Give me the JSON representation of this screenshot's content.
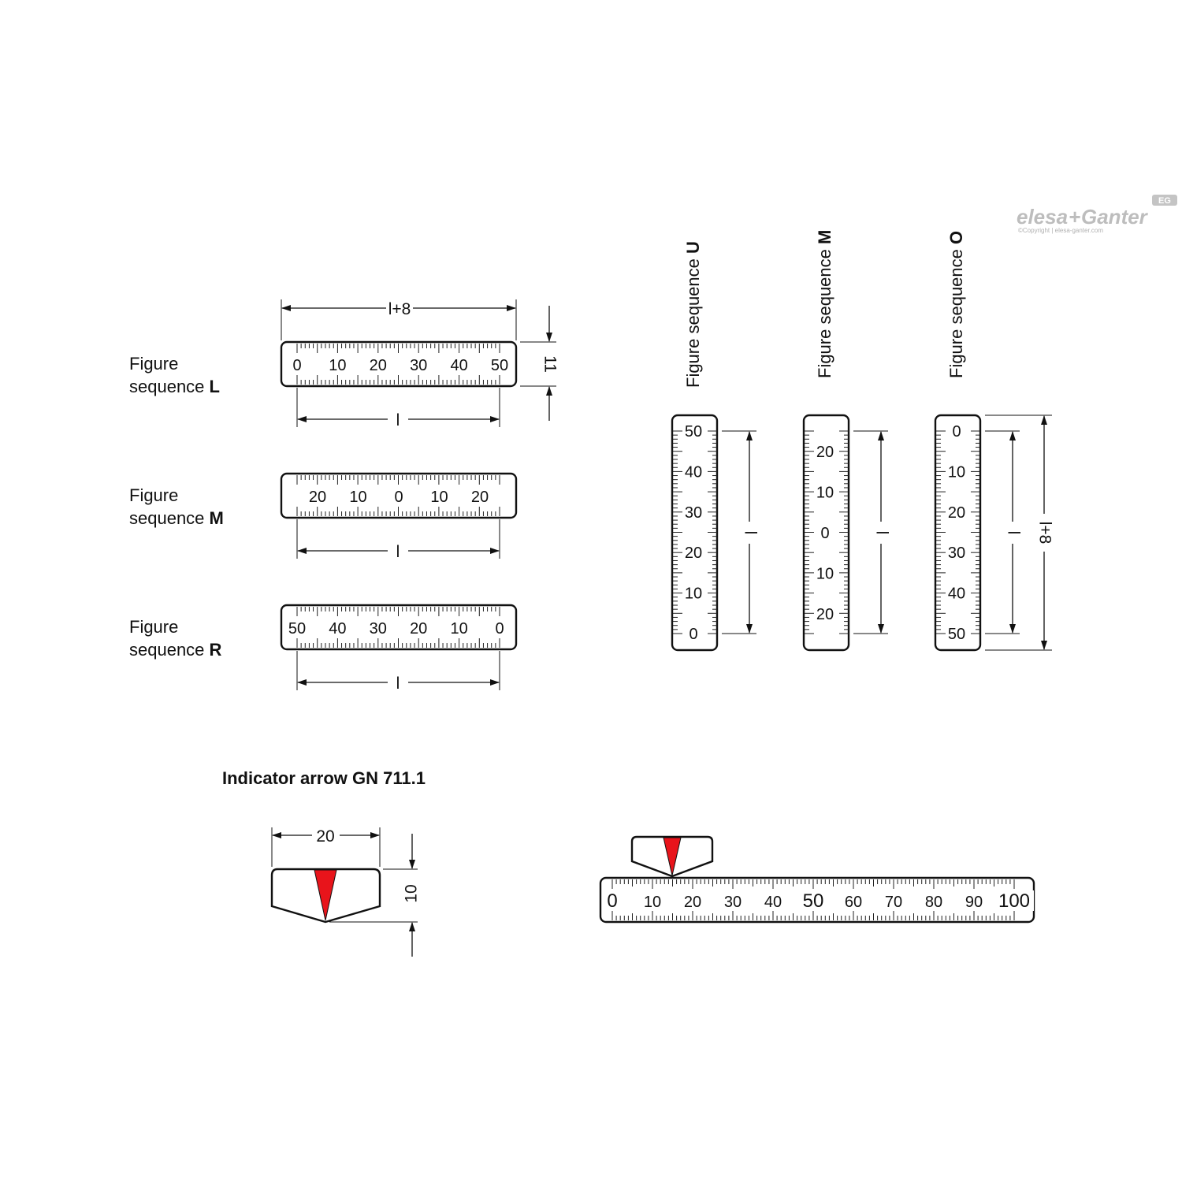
{
  "logo": {
    "brand_left": "elesa",
    "brand_plus": "+",
    "brand_right": "Ganter",
    "badge": "EG",
    "copyright": "©Copyright | elesa-ganter.com"
  },
  "horizontal_scales": [
    {
      "label_line1": "Figure",
      "label_line2": "sequence ",
      "label_letter": "L",
      "numbers": [
        "0",
        "10",
        "20",
        "30",
        "40",
        "50"
      ],
      "dim_top": "l+8",
      "dim_right": "11",
      "dim_bottom": "l"
    },
    {
      "label_line1": "Figure",
      "label_line2": "sequence ",
      "label_letter": "M",
      "numbers": [
        "20",
        "10",
        "0",
        "10",
        "20"
      ],
      "dim_bottom": "l"
    },
    {
      "label_line1": "Figure",
      "label_line2": "sequence ",
      "label_letter": "R",
      "numbers": [
        "50",
        "40",
        "30",
        "20",
        "10",
        "0"
      ],
      "dim_bottom": "l"
    }
  ],
  "vertical_scales": [
    {
      "label": "Figure sequence ",
      "label_letter": "U",
      "numbers": [
        "50",
        "40",
        "30",
        "20",
        "10",
        "0"
      ],
      "dim": "l"
    },
    {
      "label": "Figure sequence ",
      "label_letter": "M",
      "numbers": [
        "20",
        "10",
        "0",
        "10",
        "20"
      ],
      "dim": "l"
    },
    {
      "label": "Figure sequence ",
      "label_letter": "O",
      "numbers": [
        "0",
        "10",
        "20",
        "30",
        "40",
        "50"
      ],
      "dim": "l",
      "dim_total": "l+8"
    }
  ],
  "indicator": {
    "title": "Indicator arrow GN 711.1",
    "dim_width": "20",
    "dim_height": "10",
    "pointer_color": "#e8141b"
  },
  "assembly_scale": {
    "numbers": [
      "0",
      "10",
      "20",
      "30",
      "40",
      "50",
      "60",
      "70",
      "80",
      "90",
      "100"
    ]
  }
}
